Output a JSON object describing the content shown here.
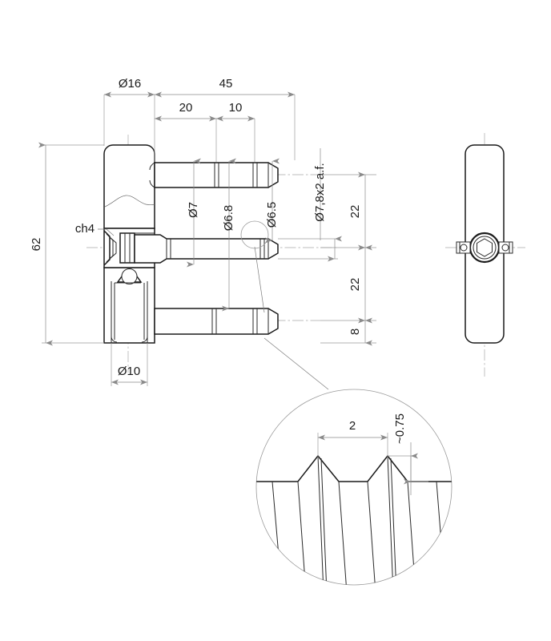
{
  "drawing": {
    "title": "Hinge pin technical drawing",
    "background_color": "#ffffff",
    "line_color": "#1a1a1a",
    "dimension_color": "#8a8a8a",
    "views": {
      "front": "front-section-view",
      "side": "side-view",
      "detail": "thread-profile-detail"
    }
  },
  "dimensions": {
    "diameter_16": "Ø16",
    "length_45": "45",
    "length_20": "20",
    "length_10": "10",
    "diameter_7": "Ø7",
    "diameter_6_8": "Ø6.8",
    "diameter_6_5": "Ø6.5",
    "across_flats": "Ø7,8x2 a.f.",
    "height_62": "62",
    "spacing_22_upper": "22",
    "spacing_22_lower": "22",
    "offset_8": "8",
    "diameter_10": "Ø10",
    "chamfer": "ch4"
  },
  "detail": {
    "pitch": "2",
    "depth": "~0.75"
  }
}
